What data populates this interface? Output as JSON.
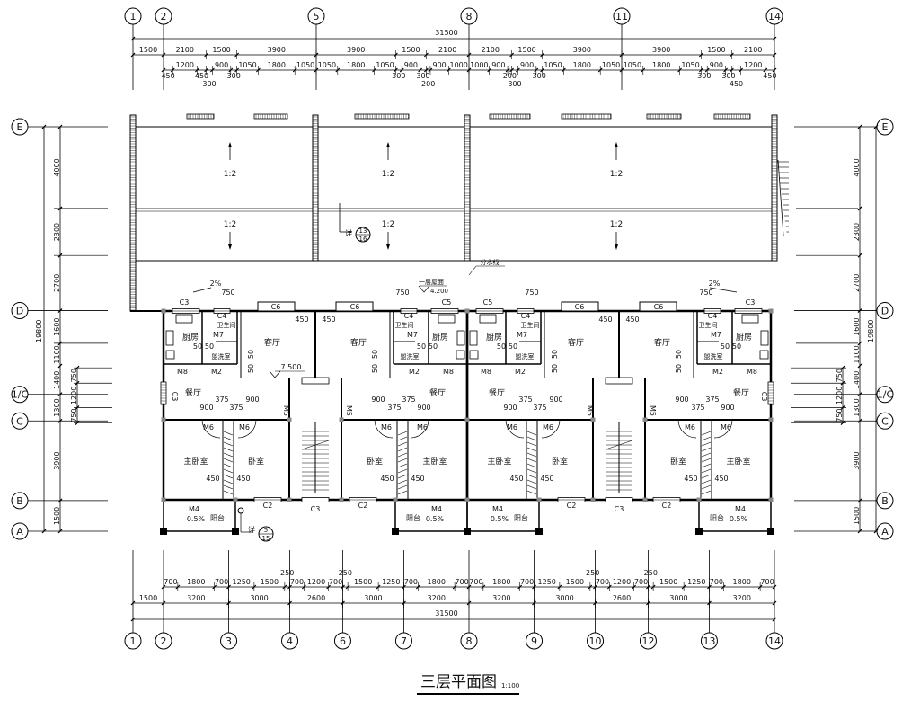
{
  "drawing": {
    "title": "三层平面图",
    "scale": "1:100"
  },
  "axes": {
    "top": [
      "1",
      "2",
      "5",
      "8",
      "11",
      "14"
    ],
    "bottom": [
      "1",
      "2",
      "3",
      "4",
      "6",
      "7",
      "8",
      "9",
      "10",
      "12",
      "13",
      "14"
    ],
    "side": [
      "E",
      "D",
      "1/C",
      "C",
      "B",
      "A"
    ]
  },
  "dimensions": {
    "top_total": "31500",
    "top_chain": [
      "1500",
      "2100",
      "1500",
      "3900",
      "3900",
      "1500",
      "2100",
      "2100",
      "1500",
      "3900",
      "3900",
      "1500",
      "2100"
    ],
    "top_detail": [
      "450",
      "1200",
      "450",
      "300",
      "900",
      "300",
      "1050",
      "1800",
      "1050",
      "1050",
      "1800",
      "1050",
      "300",
      "900",
      "300",
      "200",
      "900",
      "1000",
      "1000",
      "900",
      "200",
      "300",
      "900",
      "300",
      "1050",
      "1800",
      "1050",
      "1050",
      "1800",
      "1050",
      "300",
      "900",
      "300",
      "450",
      "1200",
      "450"
    ],
    "bottom_detail": [
      "700",
      "1800",
      "700",
      "1250",
      "1500",
      "250",
      "700",
      "1200",
      "700",
      "250",
      "1500",
      "1250",
      "700",
      "1800",
      "700",
      "700",
      "1800",
      "700",
      "1250",
      "1500",
      "250",
      "700",
      "1200",
      "700",
      "250",
      "1500",
      "1250",
      "700",
      "1800",
      "700"
    ],
    "bottom_chain": [
      "1500",
      "3200",
      "3000",
      "2600",
      "3000",
      "3200",
      "3200",
      "3000",
      "2600",
      "3000",
      "3200"
    ],
    "bottom_total": "31500",
    "side_total": "19800",
    "side_chain": [
      "4000",
      "2300",
      "2700",
      "1600",
      "1100",
      "1400",
      "1300",
      "3900",
      "1500"
    ],
    "side_detail": [
      "750",
      "1200",
      "750"
    ]
  },
  "rooms": {
    "kitchen": "厨房",
    "bathroom": "卫生间",
    "washroom": "盥洗室",
    "living": "客厅",
    "dining": "餐厅",
    "master_bedroom": "主卧室",
    "bedroom": "卧室",
    "balcony": "阳台"
  },
  "openings": {
    "C2": "C2",
    "C3": "C3",
    "C4": "C4",
    "C5": "C5",
    "C6": "C6",
    "M2": "M2",
    "M4": "M4",
    "M5": "M5",
    "M6": "M6",
    "M7": "M7",
    "M8": "M8"
  },
  "annotations": {
    "roof_slope": "1:2",
    "gutter_slope": "2%",
    "balcony_slope": "0.5%",
    "floor_elevation": "7.500",
    "roof_elevation": "4.200",
    "roof_label": "一层屋面",
    "ridge_label": "分水线",
    "detail_prefix": "详",
    "detail_a_num": "13",
    "detail_a_sheet": "16",
    "detail_b_num": "5",
    "detail_b_sheet": "15",
    "dim_750": "750",
    "dim_450": "450",
    "dim_900": "900",
    "dim_375": "375",
    "dim_50": "50"
  }
}
